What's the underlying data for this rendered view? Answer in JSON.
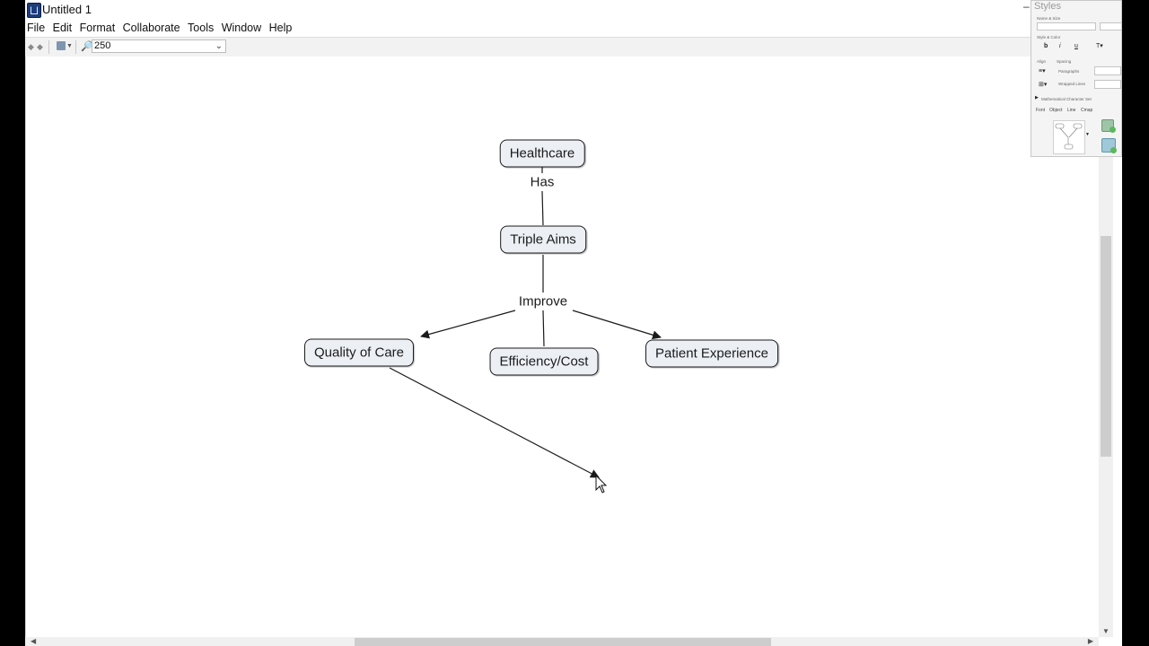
{
  "window": {
    "title": "Untitled 1"
  },
  "menu": {
    "items": [
      "File",
      "Edit",
      "Format",
      "Collaborate",
      "Tools",
      "Window",
      "Help"
    ]
  },
  "toolbar": {
    "zoom_value": "250",
    "icons": [
      "back-arrow-icon",
      "forward-arrow-icon",
      "print-icon",
      "zoom-icon"
    ]
  },
  "concept_map": {
    "concepts": {
      "healthcare": "Healthcare",
      "triple_aims": "Triple Aims",
      "quality_of_care": "Quality of Care",
      "efficiency_cost": "Efficiency/Cost",
      "patient_experience": "Patient Experience"
    },
    "linking_phrases": {
      "has": "Has",
      "improve": "Improve"
    },
    "colors": {
      "node_fill": "#ecf0f5",
      "node_border": "#1a1a1a",
      "line": "#1a1a1a"
    }
  },
  "styles_panel": {
    "title": "Styles",
    "sections": {
      "name_size": "Name & Size",
      "style_color": "Style & Color",
      "align": "Align",
      "spacing": "Spacing",
      "paragraphs": "Paragraphs",
      "wrapped_lines": "Wrapped Lines",
      "char_set": "Mathematical Character Set"
    },
    "format_buttons": {
      "bold": "b",
      "italic": "i",
      "underline": "u"
    },
    "tabs": [
      "Font",
      "Object",
      "Line",
      "Cmap"
    ]
  }
}
